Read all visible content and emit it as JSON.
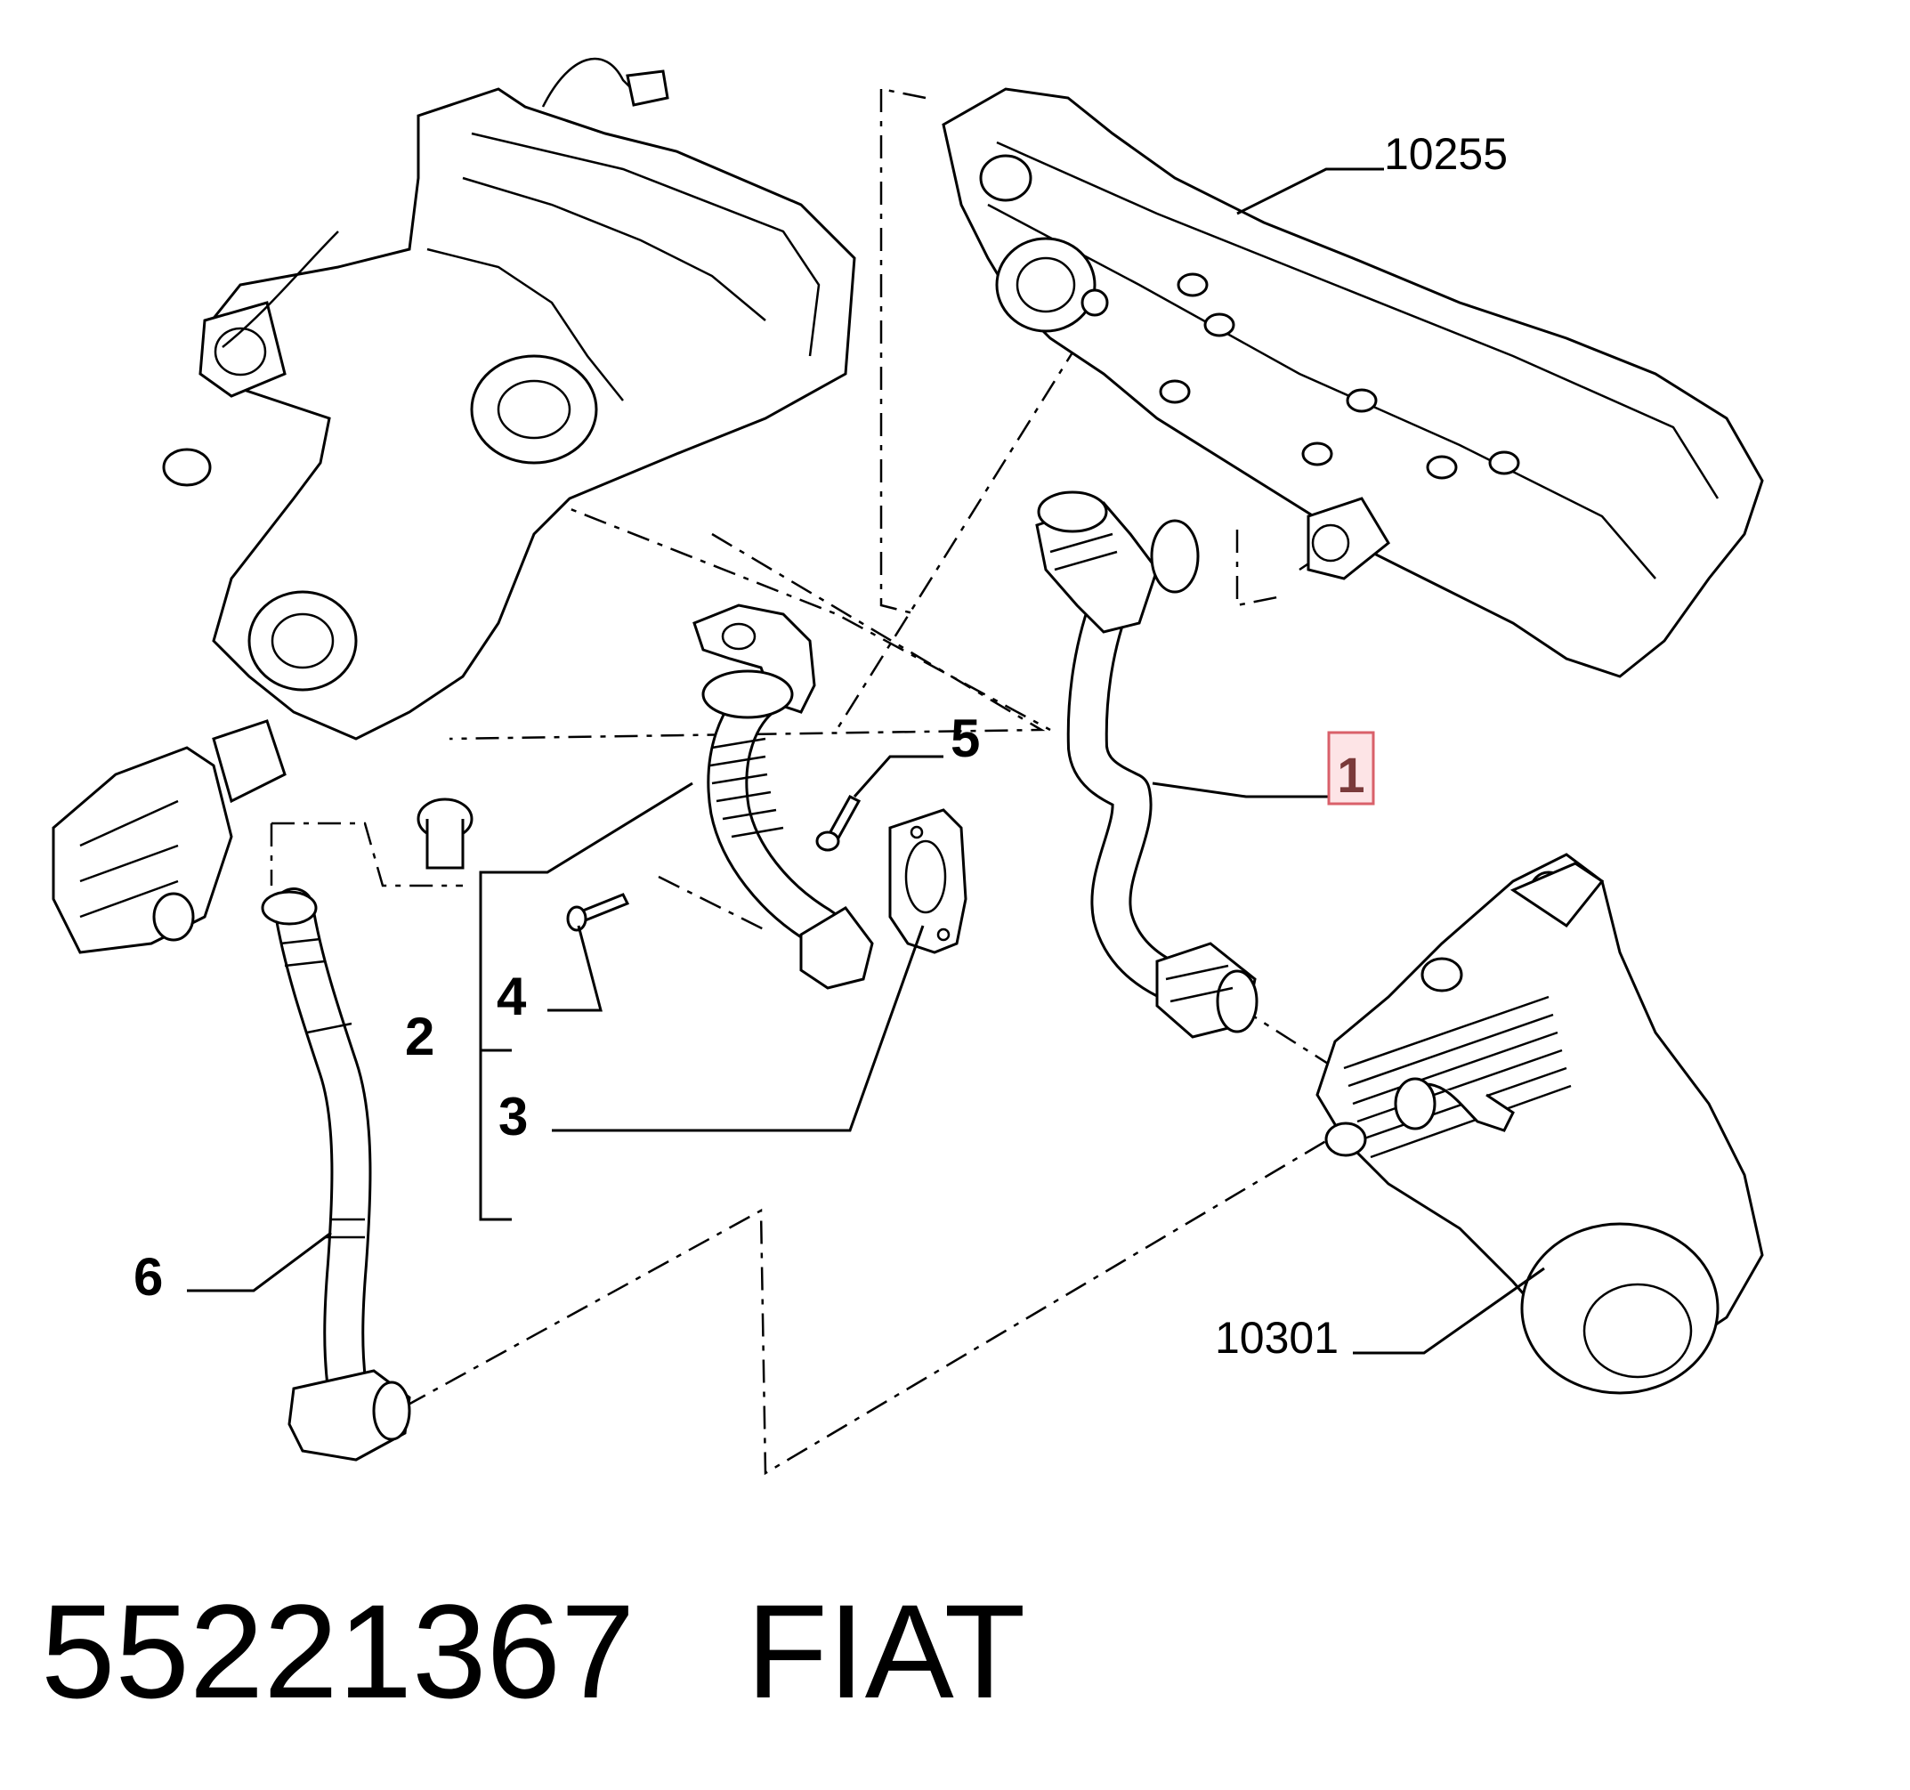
{
  "callouts": {
    "c1": "1",
    "c2": "2",
    "c3": "3",
    "c4": "4",
    "c5": "5",
    "c6": "6",
    "ref_manifold": "10255",
    "ref_cooler": "10301"
  },
  "highlight_color": "#fde4e6",
  "footer": {
    "part_number": "55221367",
    "brand": "FIAT",
    "separator": "   "
  }
}
